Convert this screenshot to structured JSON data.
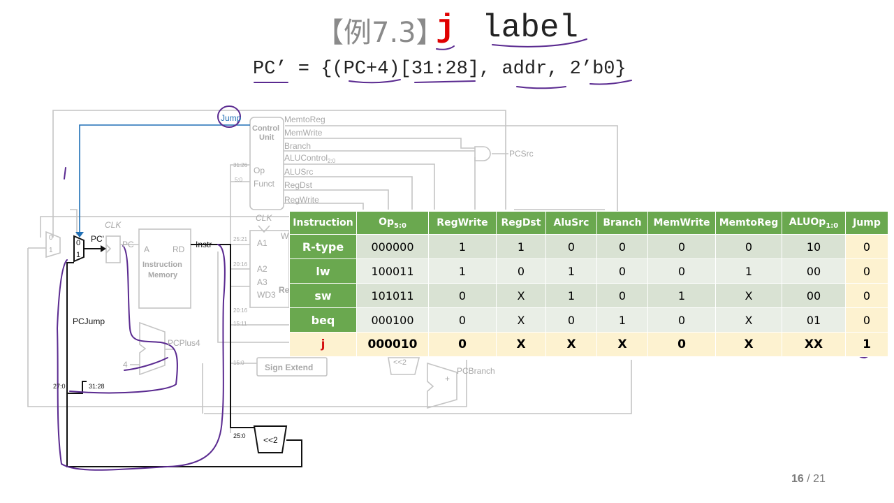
{
  "title": {
    "example": "【例7.3】",
    "instr": "j",
    "label": "label"
  },
  "formula": "PC’ = {(PC+4)[31:28], addr, 2’b0}",
  "diagram": {
    "jump": "Jump",
    "control_unit_1": "Control",
    "control_unit_2": "Unit",
    "memtoreg": "MemtoReg",
    "memwrite": "MemWrite",
    "branch": "Branch",
    "alucontrol": "ALUControl",
    "alucontrol_sub": "2:0",
    "alusrc": "ALUSrc",
    "regdst": "RegDst",
    "regwrite": "RegWrite",
    "pcsrc": "PCSrc",
    "op": "Op",
    "funct": "Funct",
    "bits_31_26": "31:26",
    "bits_5_0": "5:0",
    "clk": "CLK",
    "pc_prime": "PC'",
    "pc": "PC",
    "a": "A",
    "rd": "RD",
    "instr": "Instr",
    "imem_1": "Instruction",
    "imem_2": "Memory",
    "bits_25_21": "25:21",
    "bits_20_16": "20:16",
    "bits_15_11": "15:11",
    "bits_15_0": "15:0",
    "a1": "A1",
    "a2": "A2",
    "a3": "A3",
    "wd3": "WD3",
    "w": "W",
    "re": "Re",
    "pcjump": "PCJump",
    "pcplus4": "PCPlus4",
    "four": "4",
    "sign_extend": "Sign Extend",
    "shl2_a": "<<2",
    "pcbranch": "PCBranch",
    "plus": "+",
    "bits_27_0": "27:0",
    "bits_31_28": "31:28",
    "bits_25_0": "25:0",
    "shl2_b": "<<2",
    "mux_0": "0",
    "mux_1": "1",
    "mux2_0": "0",
    "mux2_1": "1"
  },
  "table": {
    "headers": [
      "Instruction",
      "Op",
      "RegWrite",
      "RegDst",
      "AluSrc",
      "Branch",
      "MemWrite",
      "MemtoReg",
      "ALUOp",
      "Jump"
    ],
    "op_sub": "5:0",
    "aluop_sub": "1:0",
    "rows": [
      [
        "R-type",
        "000000",
        "1",
        "1",
        "0",
        "0",
        "0",
        "0",
        "10",
        "0"
      ],
      [
        "lw",
        "100011",
        "1",
        "0",
        "1",
        "0",
        "0",
        "1",
        "00",
        "0"
      ],
      [
        "sw",
        "101011",
        "0",
        "X",
        "1",
        "0",
        "1",
        "X",
        "00",
        "0"
      ],
      [
        "beq",
        "000100",
        "0",
        "X",
        "0",
        "1",
        "0",
        "X",
        "01",
        "0"
      ],
      [
        "j",
        "000010",
        "0",
        "X",
        "X",
        "X",
        "0",
        "X",
        "XX",
        "1"
      ]
    ]
  },
  "page": {
    "current": "16",
    "sep": " / ",
    "total": "21"
  },
  "colors": {
    "header_green": "#6aa84f",
    "row_light": "#d9e2d3",
    "row_yellow": "#fdf2d0",
    "j_red": "#e00000",
    "ink_purple": "#5a2a90",
    "jump_blue": "#1f6fb5"
  }
}
